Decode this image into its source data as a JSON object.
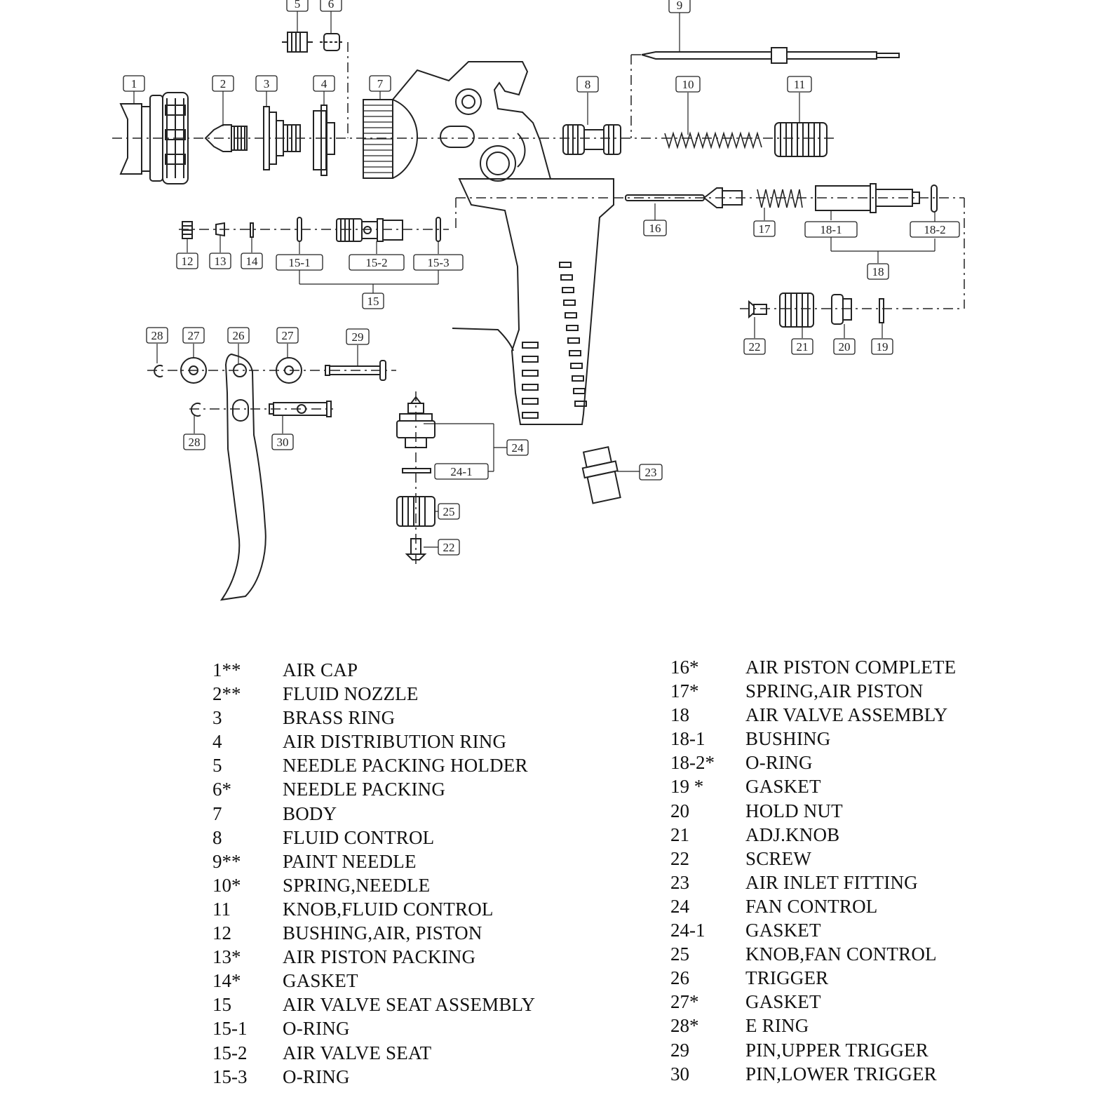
{
  "callouts": {
    "c1": "1",
    "c2": "2",
    "c3": "3",
    "c4": "4",
    "c5": "5",
    "c6": "6",
    "c7": "7",
    "c8": "8",
    "c9": "9",
    "c10": "10",
    "c11": "11",
    "c12": "12",
    "c13": "13",
    "c14": "14",
    "c15_1": "15-1",
    "c15_2": "15-2",
    "c15_3": "15-3",
    "c15": "15",
    "c16": "16",
    "c17": "17",
    "c18_1": "18-1",
    "c18_2": "18-2",
    "c18": "18",
    "c19": "19",
    "c20": "20",
    "c21": "21",
    "c22a": "22",
    "c22b": "22",
    "c23": "23",
    "c24": "24",
    "c24_1": "24-1",
    "c25": "25",
    "c26": "26",
    "c27a": "27",
    "c27b": "27",
    "c28a": "28",
    "c28b": "28",
    "c29": "29",
    "c30": "30"
  },
  "parts_left": [
    {
      "num": "1**",
      "desc": "AIR CAP"
    },
    {
      "num": "2**",
      "desc": "FLUID NOZZLE"
    },
    {
      "num": "3",
      "desc": "BRASS RING"
    },
    {
      "num": "4",
      "desc": "AIR DISTRIBUTION RING"
    },
    {
      "num": "5",
      "desc": "NEEDLE PACKING HOLDER"
    },
    {
      "num": "6*",
      "desc": "NEEDLE PACKING"
    },
    {
      "num": "7",
      "desc": "BODY"
    },
    {
      "num": "8",
      "desc": "FLUID CONTROL"
    },
    {
      "num": "9**",
      "desc": "PAINT NEEDLE"
    },
    {
      "num": "10*",
      "desc": "SPRING,NEEDLE"
    },
    {
      "num": "11",
      "desc": "KNOB,FLUID CONTROL"
    },
    {
      "num": "12",
      "desc": "BUSHING,AIR, PISTON"
    },
    {
      "num": "13*",
      "desc": "AIR PISTON PACKING"
    },
    {
      "num": "14*",
      "desc": "GASKET"
    },
    {
      "num": "15",
      "desc": "AIR VALVE SEAT ASSEMBLY"
    },
    {
      "num": "15-1",
      "desc": "O-RING"
    },
    {
      "num": "15-2",
      "desc": "AIR VALVE  SEAT"
    },
    {
      "num": "15-3",
      "desc": "O-RING"
    }
  ],
  "parts_right": [
    {
      "num": "16*",
      "desc": "AIR PISTON COMPLETE"
    },
    {
      "num": "17*",
      "desc": "SPRING,AIR PISTON"
    },
    {
      "num": "18",
      "desc": "AIR VALVE ASSEMBLY"
    },
    {
      "num": "18-1",
      "desc": "BUSHING"
    },
    {
      "num": "18-2*",
      "desc": "O-RING"
    },
    {
      "num": "19 *",
      "desc": "GASKET"
    },
    {
      "num": "20",
      "desc": "HOLD NUT"
    },
    {
      "num": "21",
      "desc": "ADJ.KNOB"
    },
    {
      "num": "22",
      "desc": "SCREW"
    },
    {
      "num": "23",
      "desc": "AIR INLET FITTING"
    },
    {
      "num": "24",
      "desc": "FAN CONTROL"
    },
    {
      "num": "24-1",
      "desc": "GASKET"
    },
    {
      "num": "25",
      "desc": "KNOB,FAN CONTROL"
    },
    {
      "num": "26",
      "desc": "TRIGGER"
    },
    {
      "num": "27*",
      "desc": "GASKET"
    },
    {
      "num": "28*",
      "desc": "E RING"
    },
    {
      "num": "29",
      "desc": "PIN,UPPER TRIGGER"
    },
    {
      "num": "30",
      "desc": "PIN,LOWER TRIGGER"
    }
  ]
}
